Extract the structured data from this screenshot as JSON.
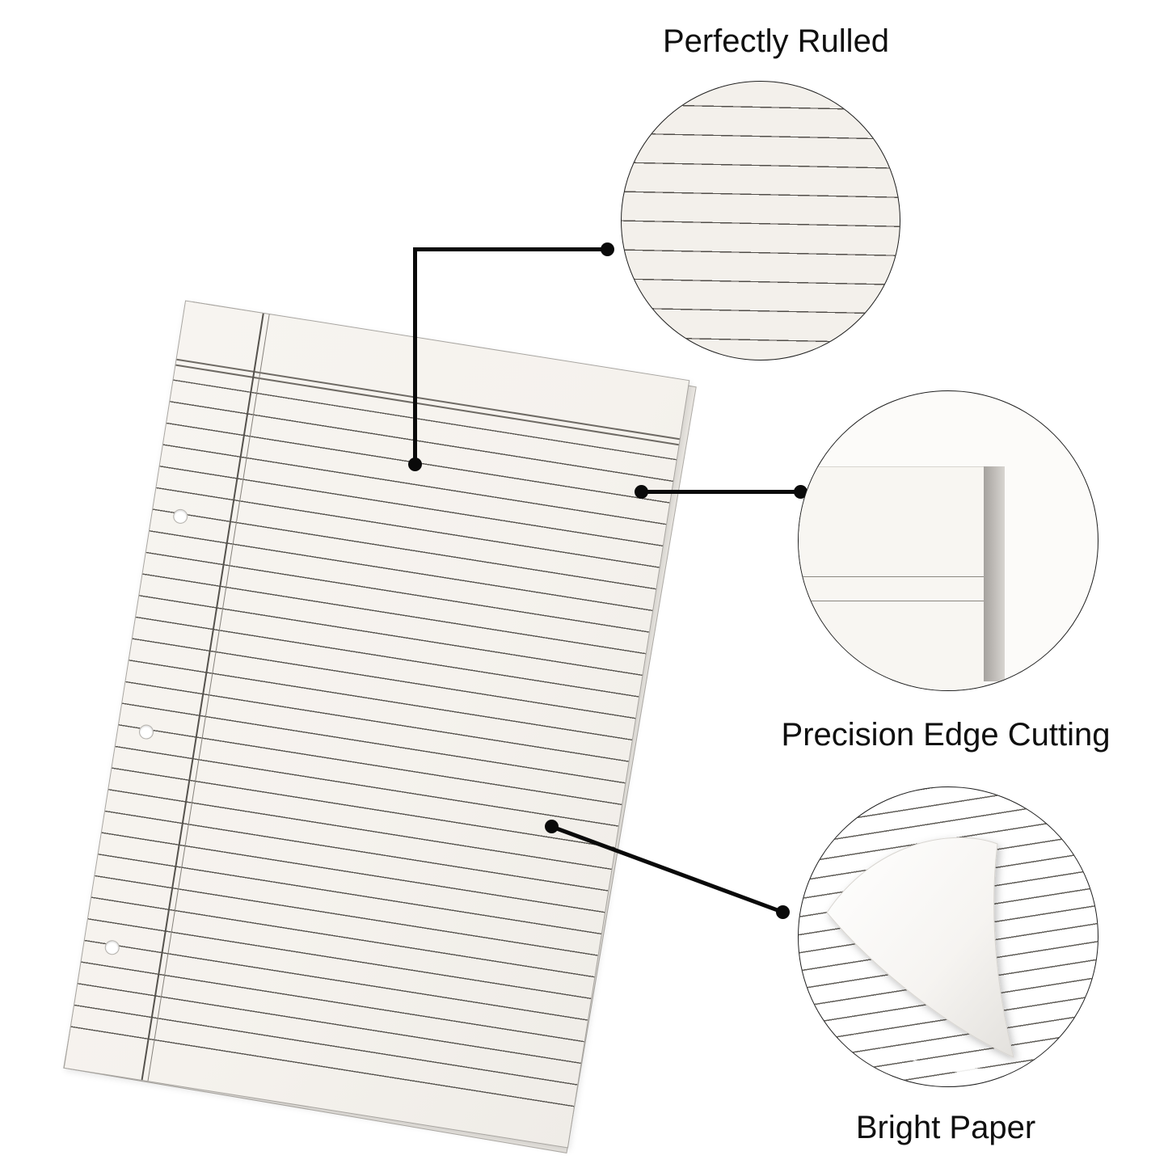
{
  "labels": {
    "ruled": "Perfectly Rulled",
    "edge": "Precision Edge Cutting",
    "bright": "Bright Paper"
  },
  "colors": {
    "page_bg": "#ffffff",
    "paper": "#f5f2ed",
    "paper_border": "#a8a5a0",
    "rule_line": "#57544f",
    "header_line": "#6e6a64",
    "margin_line": "#55524d",
    "connector": "#0a0a0a",
    "circle_border": "#1f1f1f",
    "circle_bg": "#f3f0eb",
    "text": "#0f0f0f"
  }
}
